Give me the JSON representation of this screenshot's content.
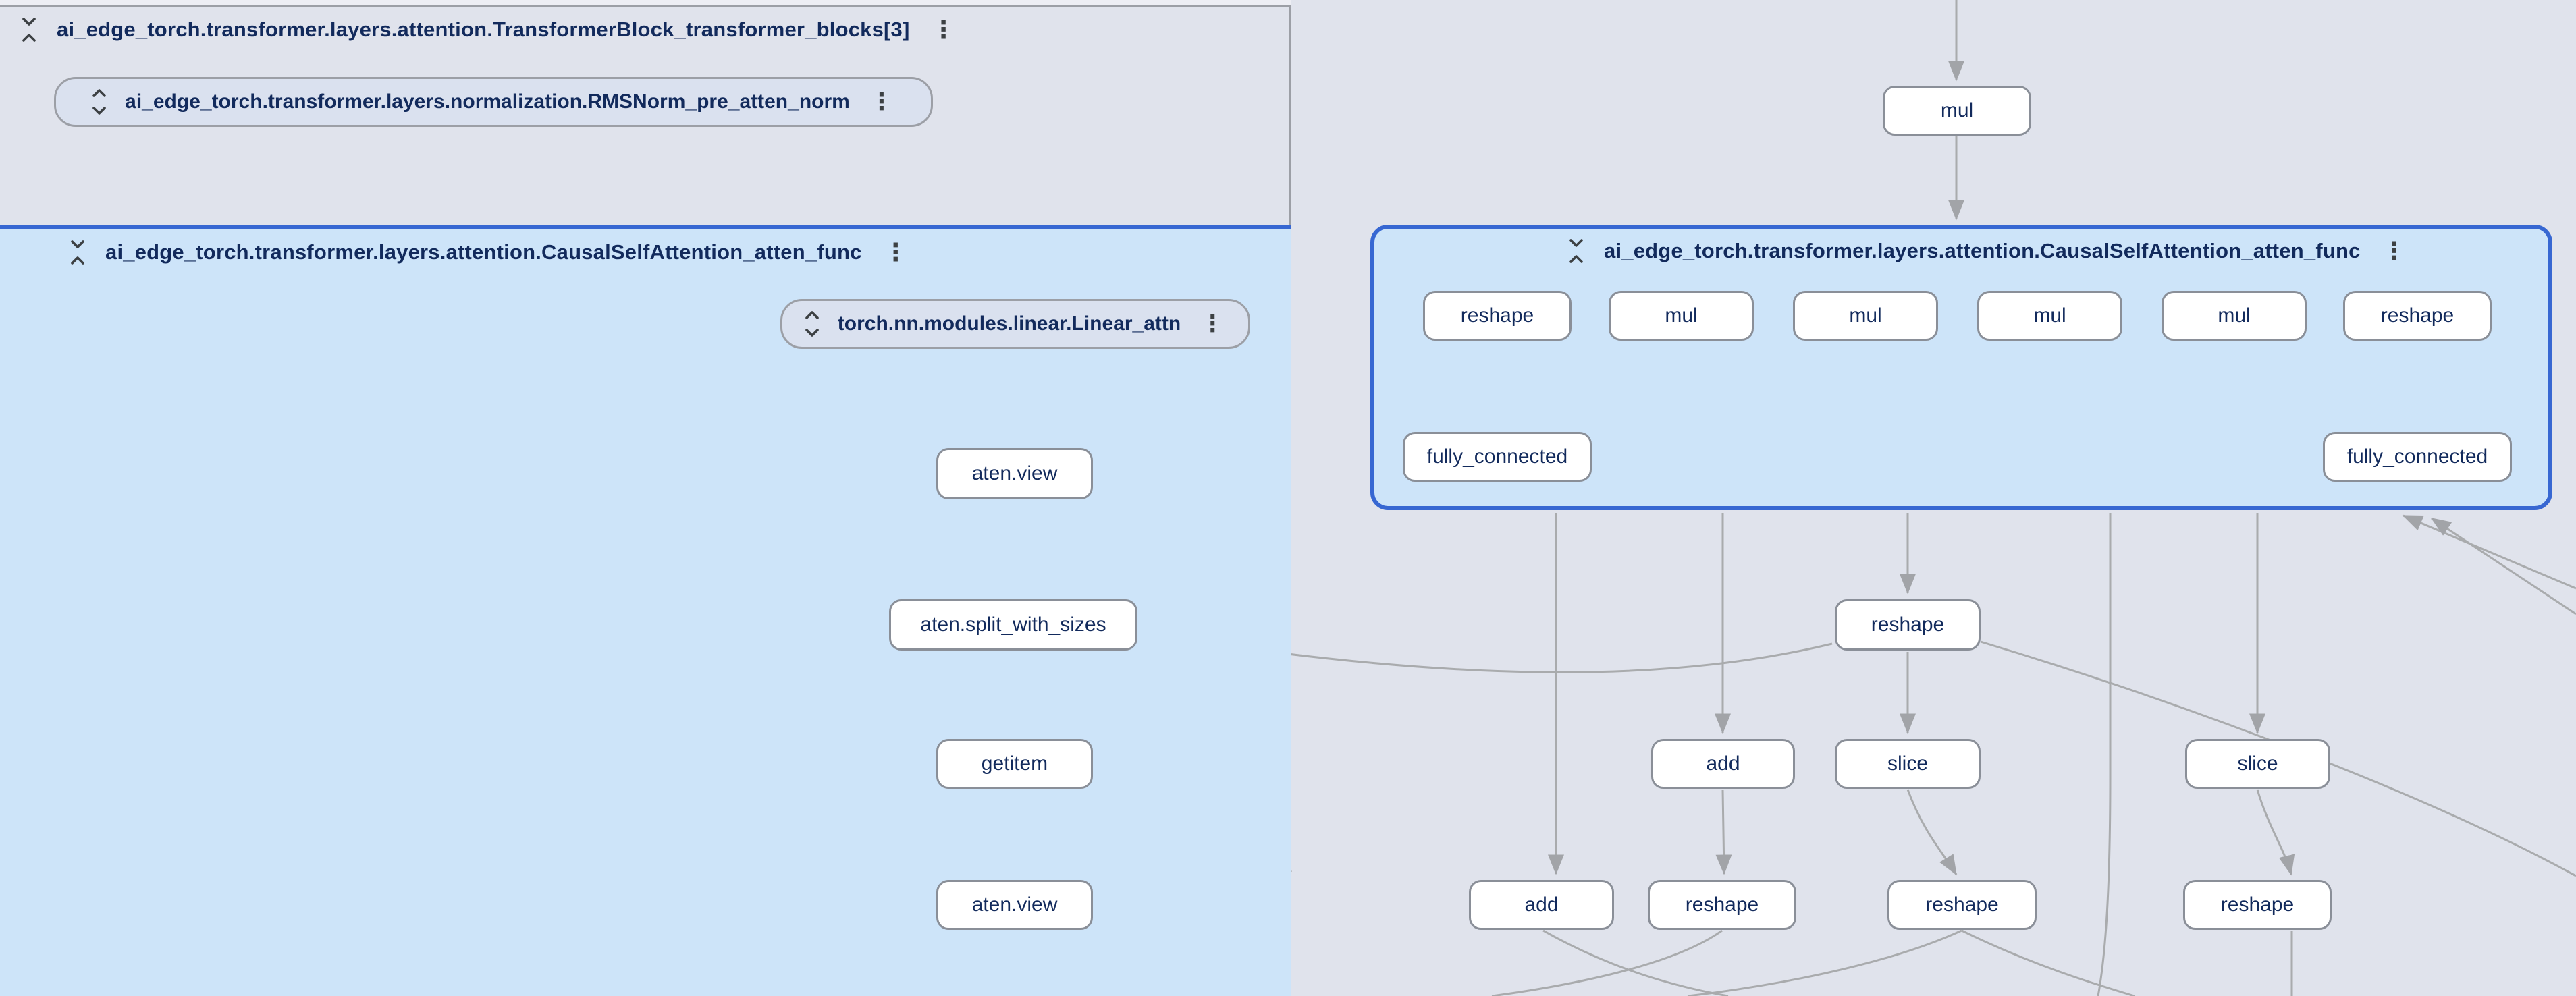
{
  "icons": {
    "kebab": "⋮",
    "collapse": "unfold-less-icon",
    "expand": "unfold-more-icon"
  },
  "colors": {
    "canvas_bg": "#e0e3ec",
    "canvas_top_bg": "#edeef4",
    "group_blue_bg": "#cde4f9",
    "group_blue_border": "#3767d2",
    "node_bg": "#ffffff",
    "node_border": "#8a8f98",
    "group_node_bg": "#dae1ef",
    "edge": "#a9abad",
    "text": "#122a5c"
  },
  "groups": {
    "transformer_block": {
      "title": "ai_edge_torch.transformer.layers.attention.TransformerBlock_transformer_blocks[3]"
    },
    "rmsnorm": {
      "label": "ai_edge_torch.transformer.layers.normalization.RMSNorm_pre_atten_norm"
    },
    "attn_left": {
      "title": "ai_edge_torch.transformer.layers.attention.CausalSelfAttention_atten_func"
    },
    "linear_attn": {
      "label": "torch.nn.modules.linear.Linear_attn"
    },
    "attn_right": {
      "title": "ai_edge_torch.transformer.layers.attention.CausalSelfAttention_atten_func"
    }
  },
  "ops": {
    "mul_top": "mul",
    "aten_view_1": "aten.view",
    "aten_split": "aten.split_with_sizes",
    "getitem": "getitem",
    "aten_view_2": "aten.view",
    "r_reshape_1": "reshape",
    "r_mul_1": "mul",
    "r_mul_2": "mul",
    "r_mul_3": "mul",
    "r_mul_4": "mul",
    "r_reshape_2": "reshape",
    "fc_left": "fully_connected",
    "fc_right": "fully_connected",
    "reshape_mid": "reshape",
    "add_1": "add",
    "slice_1": "slice",
    "slice_2": "slice",
    "add_2": "add",
    "reshape_b1": "reshape",
    "reshape_b2": "reshape",
    "reshape_b3": "reshape"
  }
}
